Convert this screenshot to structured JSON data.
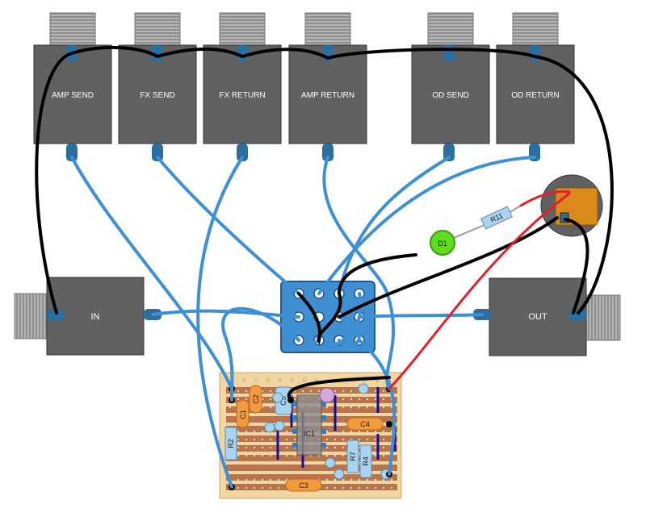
{
  "jacks": {
    "amp_send": "AMP SEND",
    "fx_send": "FX SEND",
    "fx_return": "FX RETURN",
    "amp_return": "AMP RETURN",
    "od_send": "OD SEND",
    "od_return": "OD RETURN",
    "in": "IN",
    "out": "OUT"
  },
  "components": {
    "led": "D1",
    "resistor_r11": "R11",
    "ic": "IC1",
    "c1": "C1",
    "c2": "C2",
    "c3": "C3",
    "c4": "C4",
    "c5": "C5",
    "r2": "R2",
    "r4": "R4",
    "r7": "R7"
  },
  "stripboard_columns": [
    "A",
    "B",
    "C",
    "D",
    "E",
    "F",
    "G",
    "H",
    "I",
    "J",
    "K",
    "L",
    "M",
    "N"
  ],
  "colors": {
    "jack_body": "#616161",
    "jack_thread": "#9a9a9a",
    "jack_lug": "#2c6e9e",
    "wire_blue": "#3d8fd6",
    "wire_black": "#000000",
    "wire_red": "#e0202a",
    "switch_body": "#3f8fd1",
    "stripboard": "#f2d6a2",
    "copper_strip": "#b8744a",
    "capacitor": "#f29a3c",
    "resistor": "#a9d3ef",
    "led": "#5fdc1e",
    "dc_jack": "#d98a1a",
    "link": "#1010a0"
  }
}
